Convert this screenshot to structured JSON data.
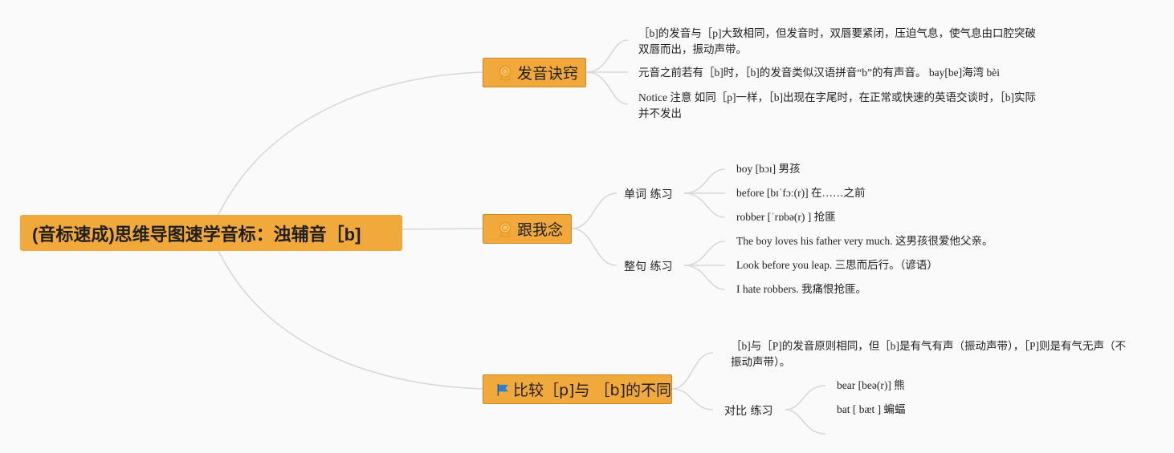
{
  "root": {
    "title": "(音标速成)思维导图速学音标：浊辅音［b]"
  },
  "branches": [
    {
      "label": "发音诀窍",
      "icon": "medal-icon",
      "items": [
        " ［b]的发音与［p]大致相同，但发音时，双唇要紧闭，压迫气息，使气息由口腔突破双唇而出，振动声带。",
        "元音之前若有［b]时，［b]的发音类似汉语拼音“b”的有声音。 bay[be]海湾 bèi",
        "Notice 注意 如同［p]一样，［b]出现在字尾时，在正常或快速的英语交谈时，［b]实际并不发出"
      ]
    },
    {
      "label": "跟我念",
      "icon": "medal-icon",
      "groups": [
        {
          "label": "单词 练习",
          "items": [
            "boy [bɔɪ] 男孩",
            "before [bɪˈfɔː(r)] 在……之前",
            "robber [ˈrɒbə(r) ] 抢匪"
          ]
        },
        {
          "label": "整句 练习",
          "items": [
            "The boy loves his father very much. 这男孩很爱他父亲。",
            "Look before you leap. 三思而后行。（谚语）",
            "I hate robbers. 我痛恨抢匪。"
          ]
        }
      ]
    },
    {
      "label": "比较［p]与 ［b]的不同",
      "icon": "flag-icon",
      "note": "［b]与［P]的发音原则相同，但［b]是有气有声（振动声带），［P]则是有气无声（不振动声带）。",
      "groups": [
        {
          "label": "对比 练习",
          "items": [
            "bear [beə(r)] 熊",
            "bat [ bæt ] 蝙蝠"
          ]
        }
      ]
    }
  ],
  "colors": {
    "node": "#f2a93b",
    "line": "#d8d8d8",
    "flag": "#2a7fd4"
  }
}
